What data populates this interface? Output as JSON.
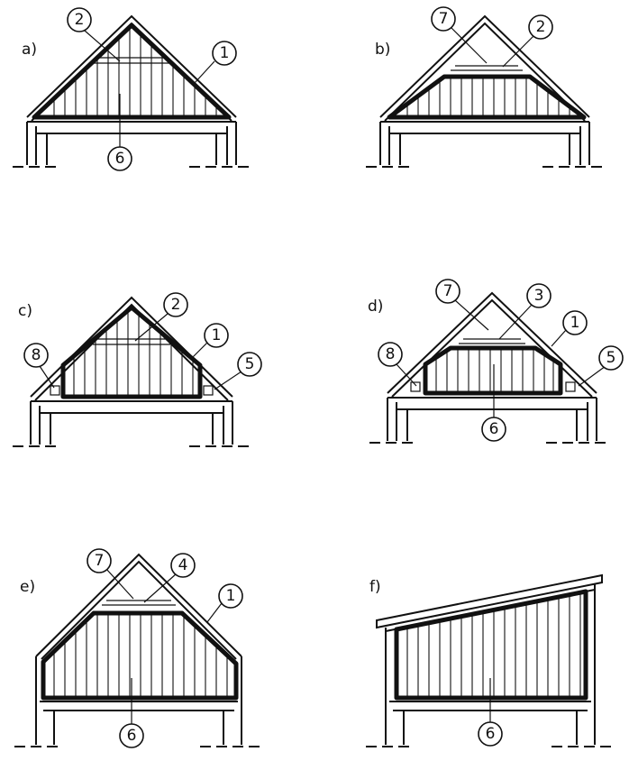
{
  "panels": [
    {
      "id": "a",
      "label": "a)",
      "callouts": [
        "2",
        "1",
        "6"
      ]
    },
    {
      "id": "b",
      "label": "b)",
      "callouts": [
        "7",
        "2"
      ]
    },
    {
      "id": "c",
      "label": "c)",
      "callouts": [
        "8",
        "2",
        "1",
        "5"
      ]
    },
    {
      "id": "d",
      "label": "d)",
      "callouts": [
        "7",
        "3",
        "8",
        "1",
        "5",
        "6"
      ]
    },
    {
      "id": "e",
      "label": "e)",
      "callouts": [
        "7",
        "4",
        "1",
        "6"
      ]
    },
    {
      "id": "f",
      "label": "f)",
      "callouts": [
        "6"
      ]
    }
  ]
}
